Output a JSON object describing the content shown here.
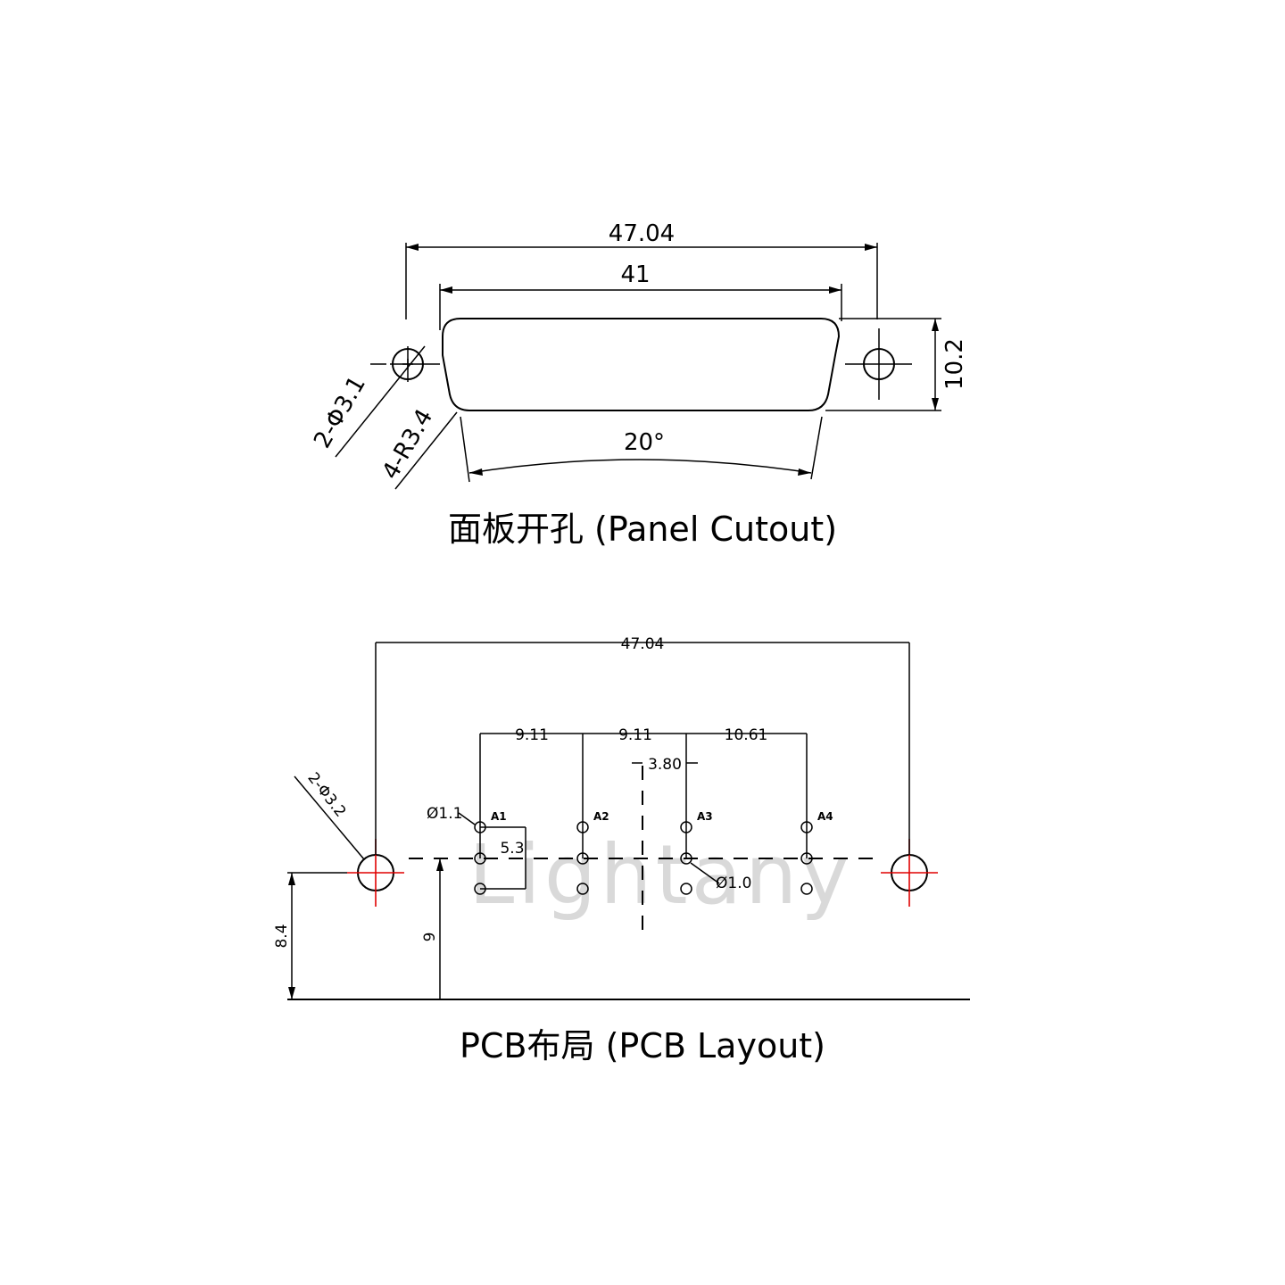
{
  "panel_cutout": {
    "caption": "面板开孔 (Panel Cutout)",
    "dim_overall_width": "47.04",
    "dim_cutout_width": "41",
    "dim_height": "10.2",
    "dim_angle": "20°",
    "dim_hole_dia": "2-Φ3.1",
    "dim_corner_radius": "4-R3.4"
  },
  "pcb_layout": {
    "caption": "PCB布局 (PCB Layout)",
    "dim_overall_width": "47.04",
    "dim_pitch_1": "9.11",
    "dim_pitch_2": "9.11",
    "dim_pitch_3": "10.61",
    "dim_offset": "3.80",
    "dim_pin_hole": "Ø1.1",
    "dim_row_spacing": "5.3",
    "dim_small_hole": "Ø1.0",
    "dim_mount_hole": "2-Φ3.2",
    "dim_mount_height": "8.4",
    "dim_row_height": "9",
    "pins": [
      {
        "label": "A1"
      },
      {
        "label": "A2"
      },
      {
        "label": "A3"
      },
      {
        "label": "A4"
      }
    ]
  },
  "watermark": "Lightany",
  "colors": {
    "line": "#000000",
    "centerline": "#e00000",
    "watermark": "#d9d9d9"
  }
}
